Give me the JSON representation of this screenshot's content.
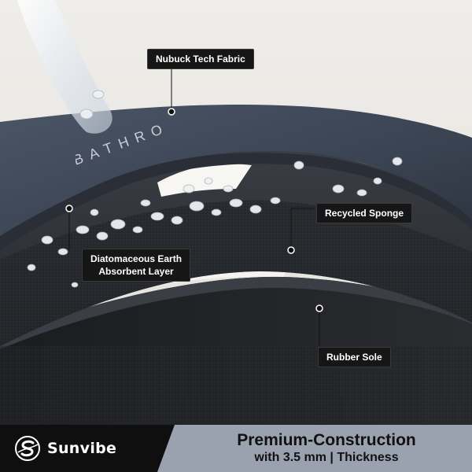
{
  "product": {
    "brand_word": "BATHRO"
  },
  "callouts": {
    "fabric": "Nubuck Tech Fabric",
    "sponge": "Recycled Sponge",
    "diatom_line1": "Diatomaceous Earth",
    "diatom_line2": "Absorbent Layer",
    "rubber": "Rubber Sole"
  },
  "footer": {
    "logo_name": "Sunvibe",
    "headline": "Premium-Construction",
    "subline": "with 3.5 mm | Thickness"
  },
  "colors": {
    "background": "#e9e7e2",
    "fabric_top": "#3d4756",
    "sponge": "#2f3338",
    "sole": "#1e1f22",
    "callout_bg": "#161616",
    "footer_dark": "#0f0f0f",
    "footer_band": "#9aa1af"
  },
  "icons": {
    "logo": "sunvibe-logo-icon",
    "water_drops": "water-droplet-icon"
  }
}
